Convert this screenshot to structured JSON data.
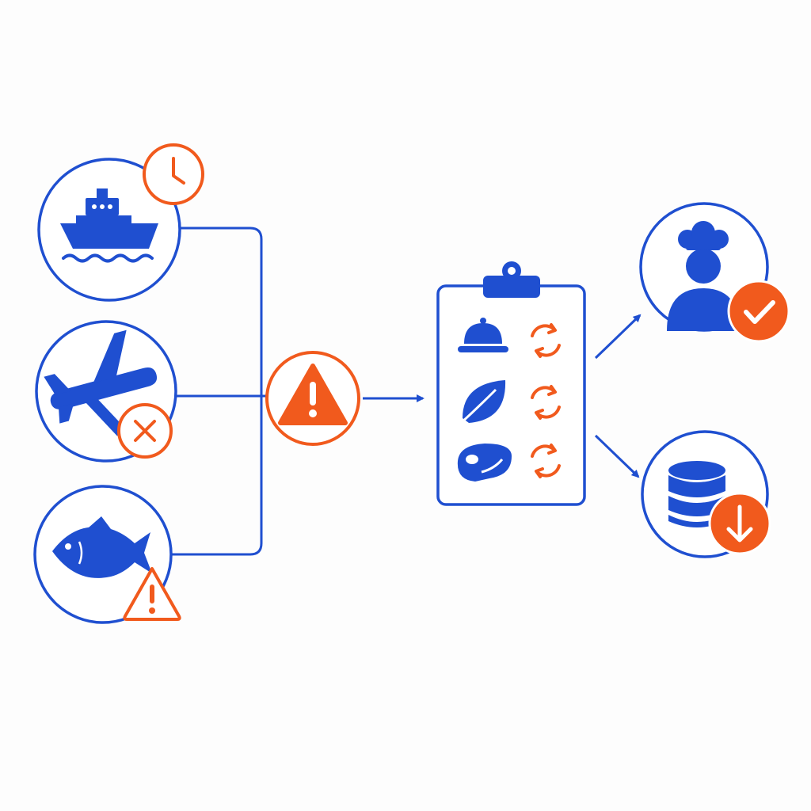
{
  "colors": {
    "primary": "#1f4fd0",
    "alert": "#f15a1d",
    "background": "#fdfdfd"
  },
  "sources": [
    {
      "name": "ship",
      "icon": "ship-icon",
      "badge": "clock-icon"
    },
    {
      "name": "airplane",
      "icon": "airplane-icon",
      "badge": "x-icon"
    },
    {
      "name": "fish",
      "icon": "fish-icon",
      "badge": "warning-icon"
    }
  ],
  "hub": {
    "icon": "warning-icon"
  },
  "checklist": {
    "icon": "clipboard-icon",
    "rows": [
      {
        "item": "cloche-icon",
        "status": "refresh-icon"
      },
      {
        "item": "leaf-icon",
        "status": "refresh-icon"
      },
      {
        "item": "steak-icon",
        "status": "refresh-icon"
      }
    ]
  },
  "outcomes": [
    {
      "name": "chef",
      "icon": "chef-icon",
      "badge": "check-icon"
    },
    {
      "name": "stock",
      "icon": "database-icon",
      "badge": "arrow-down-icon"
    }
  ]
}
